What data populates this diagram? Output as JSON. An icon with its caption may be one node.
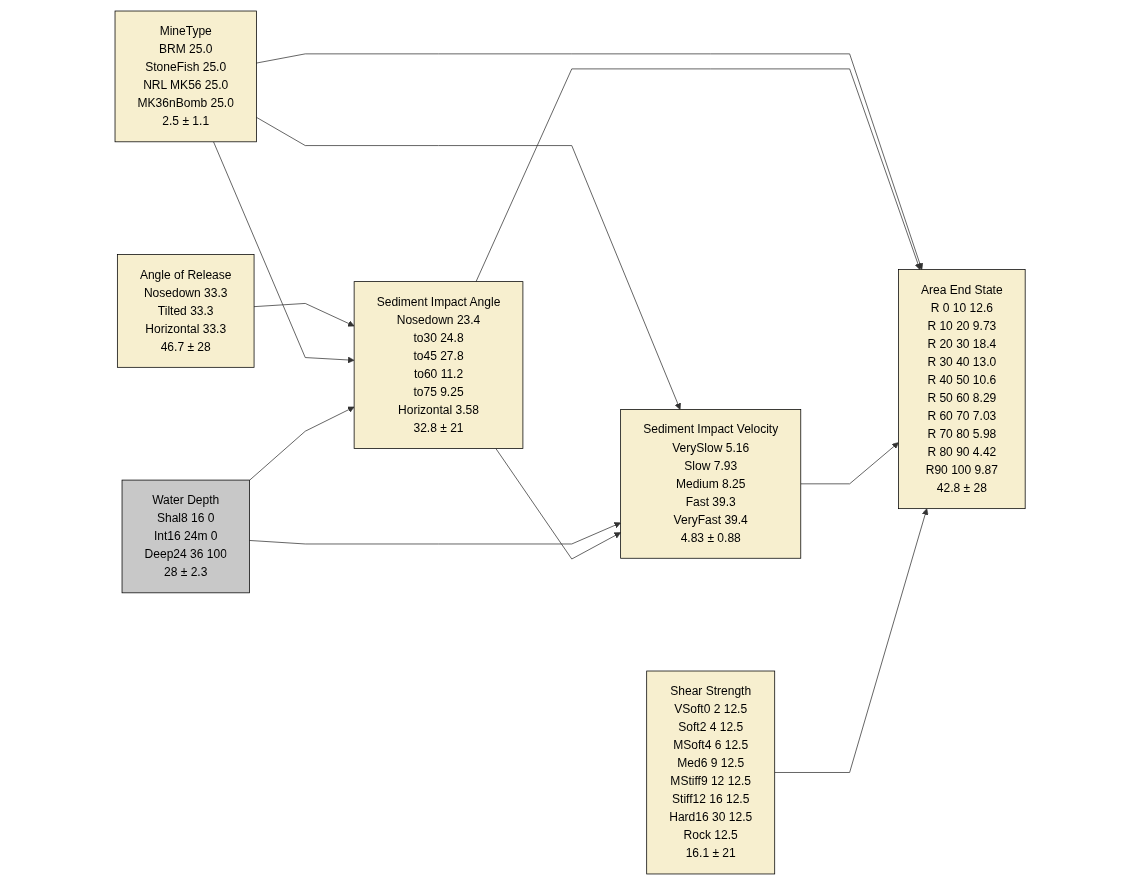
{
  "diagram": {
    "nodes": [
      {
        "text": [
          "Angle of Release",
          "Nosedown 33.3",
          "Tilted 33.3",
          "Horizontal 33.3",
          "46.7 ± 28"
        ]
      },
      {
        "text": [
          "MineType",
          "BRM 25.0",
          "StoneFish 25.0",
          "NRL MK56 25.0",
          "MK36nBomb 25.0",
          "2.5 ± 1.1"
        ]
      },
      {
        "text": [
          "Sediment Impact Angle",
          "Nosedown 23.4",
          "to30 24.8",
          "to45 27.8",
          "to60 11.2",
          "to75 9.25",
          "Horizontal 3.58",
          "32.8 ± 21"
        ]
      },
      {
        "text": [
          "Area End State",
          "R 0 10 12.6",
          "R 10 20 9.73",
          "R 20 30 18.4",
          "R 30 40 13.0",
          "R 40 50 10.6",
          "R 50 60 8.29",
          "R 60 70 7.03",
          "R 70 80 5.98",
          "R 80 90 4.42",
          "R90 100 9.87",
          "42.8 ± 28"
        ]
      },
      {
        "text": [
          "Water Depth",
          "Shal8 16 0",
          "Int16 24m 0",
          "Deep24 36 100",
          "28 ± 2.3"
        ]
      },
      {
        "text": [
          "Sediment Impact Velocity",
          "VerySlow 5.16",
          "Slow 7.93",
          "Medium 8.25",
          "Fast 39.3",
          "VeryFast 39.4",
          "4.83 ± 0.88"
        ]
      },
      {
        "text": [
          "Shear Strength",
          "VSoft0 2 12.5",
          "Soft2 4 12.5",
          "MSoft4 6 12.5",
          "Med6 9 12.5",
          "MStiff9 12 12.5",
          "Stiff12 16 12.5",
          "Hard16 30 12.5",
          "Rock 12.5",
          "16.1 ± 21"
        ]
      }
    ],
    "edges": [
      {
        "from": 0,
        "to": 2,
        "arrow": "to"
      },
      {
        "from": 1,
        "to": 2,
        "arrow": "to"
      },
      {
        "from": 1,
        "to": 3,
        "arrow": "to"
      },
      {
        "from": 1,
        "to": 5,
        "arrow": "to"
      },
      {
        "from": 4,
        "to": 2,
        "arrow": "to"
      },
      {
        "from": 4,
        "to": 5,
        "arrow": "to"
      },
      {
        "from": 2,
        "to": 3,
        "arrow": "to"
      },
      {
        "from": 2,
        "to": 5,
        "arrow": "to"
      },
      {
        "from": 5,
        "to": 3,
        "arrow": "to"
      },
      {
        "from": 6,
        "to": 3,
        "arrow": "to"
      }
    ]
  }
}
